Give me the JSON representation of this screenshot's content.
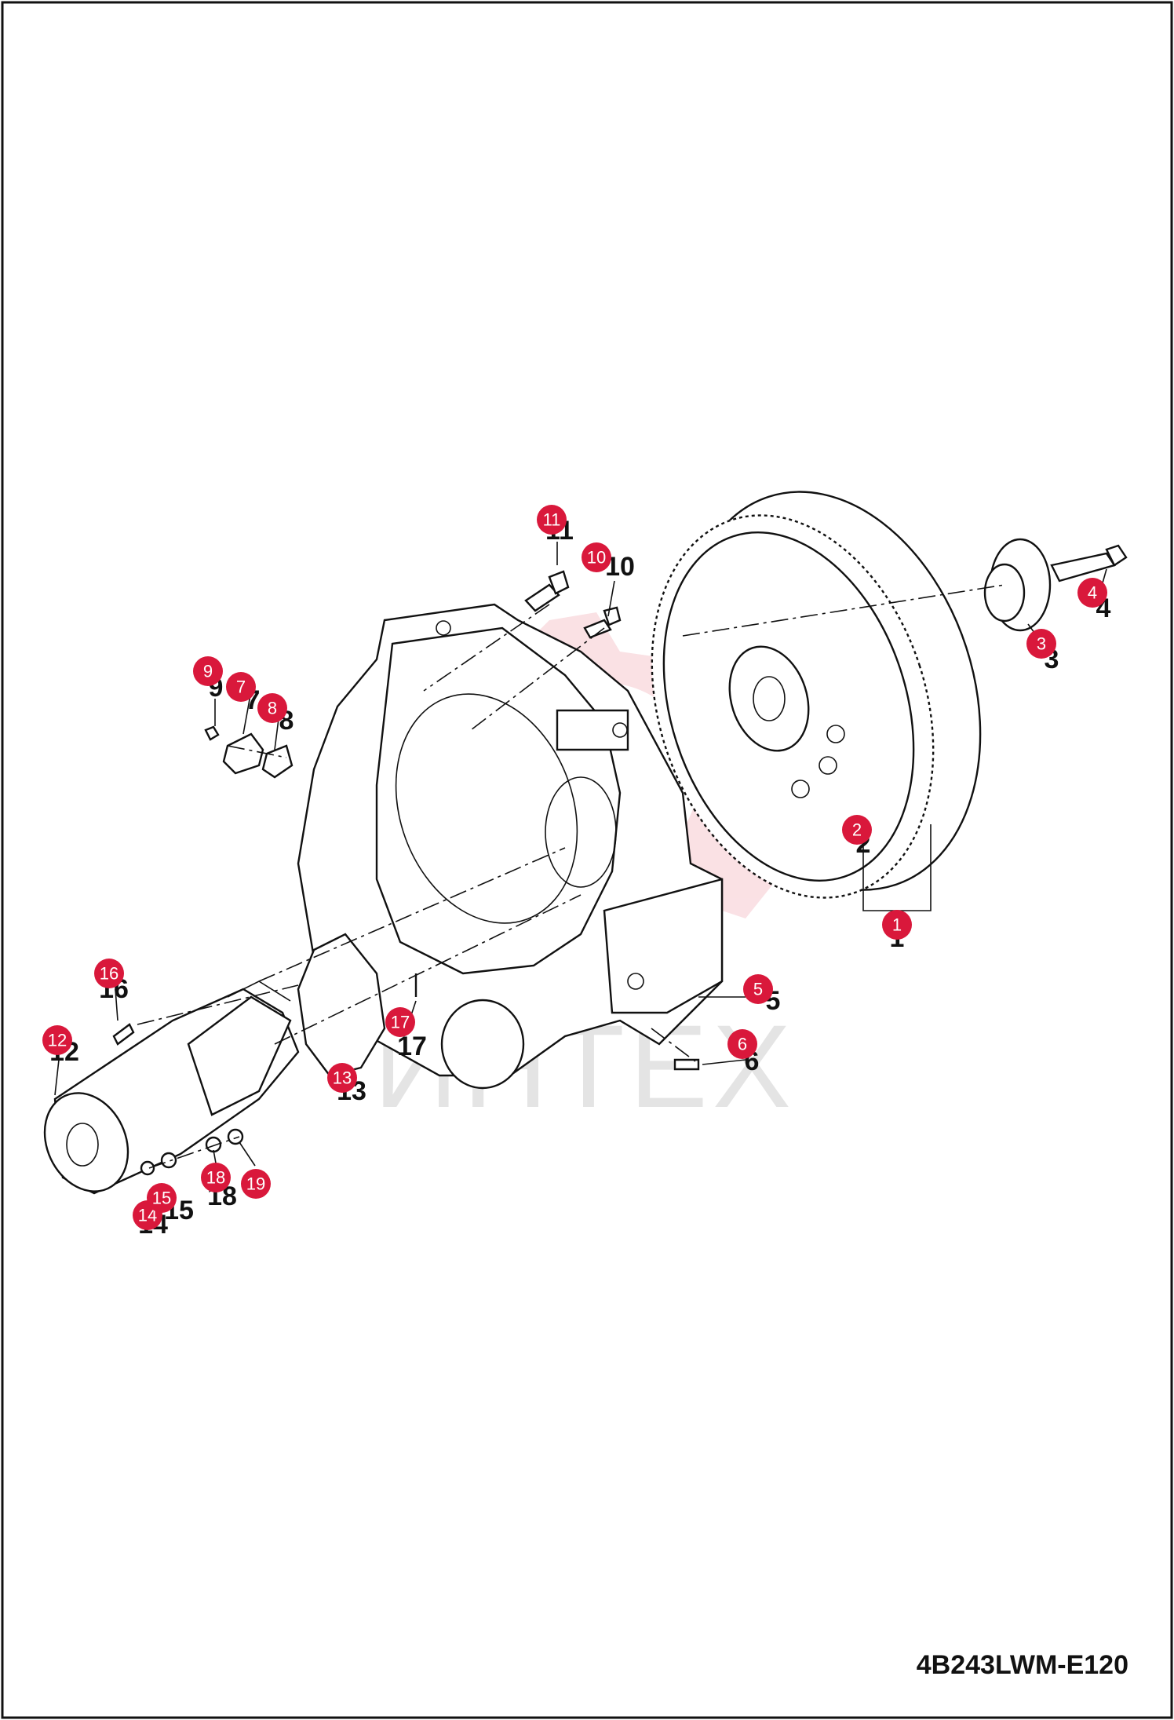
{
  "diagram": {
    "code_label": "4B243LWM-E120",
    "watermark_text": "ИНТЕХ",
    "colors": {
      "callout": "#d9183b",
      "border": "#111111",
      "watermark": "#f6c9cf"
    },
    "callouts": [
      {
        "id": "1",
        "label": "1"
      },
      {
        "id": "2",
        "label": "2"
      },
      {
        "id": "3",
        "label": "3"
      },
      {
        "id": "4",
        "label": "4"
      },
      {
        "id": "5",
        "label": "5"
      },
      {
        "id": "6",
        "label": "6"
      },
      {
        "id": "7",
        "label": "7"
      },
      {
        "id": "8",
        "label": "8"
      },
      {
        "id": "9",
        "label": "9"
      },
      {
        "id": "10",
        "label": "10"
      },
      {
        "id": "11",
        "label": "11"
      },
      {
        "id": "12",
        "label": "12"
      },
      {
        "id": "13",
        "label": "13"
      },
      {
        "id": "14",
        "label": "14"
      },
      {
        "id": "15",
        "label": "15"
      },
      {
        "id": "16",
        "label": "16"
      },
      {
        "id": "17",
        "label": "17"
      },
      {
        "id": "18",
        "label": "18"
      },
      {
        "id": "19",
        "label": "19"
      }
    ]
  }
}
